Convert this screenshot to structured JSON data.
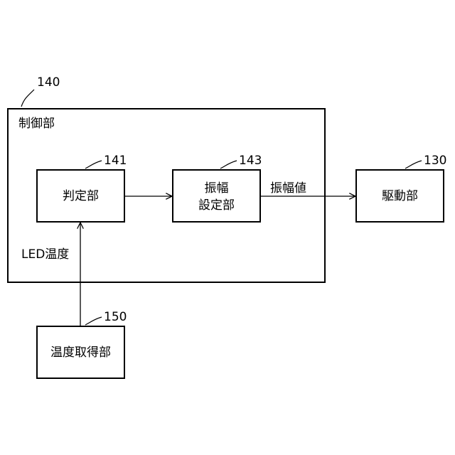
{
  "refs": {
    "control": "140",
    "judge": "141",
    "amp_set": "143",
    "drive": "130",
    "temp": "150"
  },
  "labels": {
    "control_unit": "制御部",
    "judge_unit": "判定部",
    "amp_set_line1": "振幅",
    "amp_set_line2": "設定部",
    "drive_unit": "駆動部",
    "temp_unit": "温度取得部",
    "amp_value": "振幅値",
    "led_temp": "LED温度"
  }
}
